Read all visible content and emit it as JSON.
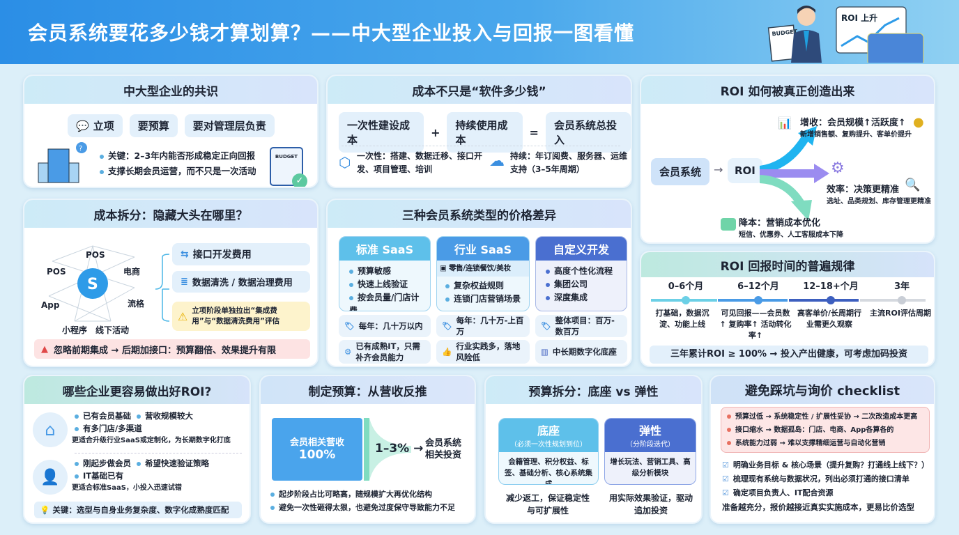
{
  "header": {
    "title": "会员系统要花多少钱才算划算？——中大型企业投入与回报一图看懂",
    "illustration": {
      "budget_label": "BUDGET",
      "board_label": "ROI 上升"
    }
  },
  "consensus": {
    "title": "中大型企业的共识",
    "tags": [
      "立项",
      "要预算",
      "要对管理层负责"
    ],
    "points": [
      "关键：2–3年内能否形成稳定正向回报",
      "支撑长期会员运营，而不只是一次活动"
    ],
    "clipboard_label": "BUDGET"
  },
  "cost": {
    "title": "成本不只是“软件多少钱”",
    "eq": {
      "a": "一次性建设成本",
      "plus": "+",
      "b": "持续使用成本",
      "equals": "=",
      "c": "会员系统总投入"
    },
    "once": "一次性：搭建、数据迁移、接口开发、项目管理、培训",
    "ongoing": "持续：年订阅费、服务器、运维支持（3–5年周期）"
  },
  "roi_create": {
    "title": "ROI 如何被真正创造出来",
    "source": "会员系统",
    "arrow": "→",
    "roi": "ROI",
    "branches": [
      {
        "title": "增收：会员规模↑活跃度↑",
        "desc": "新增销售额、复购提升、客单价提升",
        "color": "#1fb4f0"
      },
      {
        "title": "效率：决策更精准",
        "desc": "选址、品类规划、库存管理更精准",
        "color": "#9b8cf0"
      },
      {
        "title": "降本：营销成本优化",
        "desc": "短信、优惠券、人工客服成本下降",
        "color": "#7fdcc0"
      }
    ]
  },
  "breakdown": {
    "title": "成本拆分：隐藏大头在哪里？",
    "nodes": [
      "POS",
      "POS",
      "电商",
      "流格",
      "线下活动",
      "小程序",
      "App"
    ],
    "items": [
      "接口开发费用",
      "数据清洗 / 数据治理费用"
    ],
    "note": "立项阶段单独拉出“集成费用”与“数据清洗费用”评估",
    "warning": "忽略前期集成 → 后期加接口：预算翻倍、效果提升有限"
  },
  "types": {
    "title": "三种会员系统类型的价格差异",
    "columns": [
      {
        "name": "标准 SaaS",
        "color": "#5ec0ea",
        "sub": "",
        "points": [
          "预算敏感",
          "快速上线验证",
          "按会员量/门店计费"
        ],
        "price": "每年：几十万以内",
        "fit": "已有成熟IT，只需补齐会员能力"
      },
      {
        "name": "行业 SaaS",
        "color": "#4a9be6",
        "sub": "零售/连锁餐饮/美妆",
        "points": [
          "复杂权益规则",
          "连锁门店营销场景"
        ],
        "price": "每年：几十万-上百万",
        "fit": "行业实践多，落地风险低"
      },
      {
        "name": "自定义开发",
        "color": "#4a6fd0",
        "sub": "",
        "points": [
          "高度个性化流程",
          "集团公司",
          "深度集成"
        ],
        "price": "整体项目：百万-数百万",
        "fit": "中长期数字化底座"
      }
    ]
  },
  "payback": {
    "title": "ROI 回报时间的普遍规律",
    "stages": [
      {
        "period": "0–6个月",
        "desc": "打基础，数据沉淀、功能上线",
        "color": "#6cd0e6"
      },
      {
        "period": "6–12个月",
        "desc": "可见回报——会员数↑ 复购率↑ 活动转化率↑",
        "color": "#4a9be6"
      },
      {
        "period": "12–18+个月",
        "desc": "高客单价/长周期行业需更久观察",
        "color": "#3d5fbf"
      },
      {
        "period": "3年",
        "desc": "主流ROI评估周期",
        "color": "#cfd3da"
      }
    ],
    "summary": "三年累计ROI ≥ 100% → 投入产出健康，可考虑加码投资"
  },
  "fit": {
    "title": "哪些企业更容易做出好ROI?",
    "groups": [
      {
        "points": [
          "已有会员基础",
          "营收规模较大",
          "有多门店/多渠道"
        ],
        "advice": "更适合升级行业SaaS或定制化，为长期数字化打底"
      },
      {
        "points": [
          "刚起步做会员",
          "希望快速验证策略",
          "IT基础已有"
        ],
        "advice": "更适合标准SaaS，小投入迅速试错"
      }
    ],
    "key": "关键：选型与自身业务复杂度、数字化成熟度匹配"
  },
  "budget": {
    "title": "制定预算：从营收反推",
    "base_label": "会员相关营收",
    "base_value": "100%",
    "ratio": "1–3%",
    "arrow": "→",
    "target": "会员系统相关投资",
    "points": [
      "起步阶段占比可略高，随规模扩大再优化结构",
      "避免一次性砸得太狠，也避免过度保守导致能力不足"
    ]
  },
  "split": {
    "title": "预算拆分：底座 vs 弹性",
    "base": {
      "name": "底座",
      "sub": "（必须一次性规划到位）",
      "items": "会籍管理、积分权益、标签、基础分析、核心系统集成",
      "note": "减少返工，保证稳定性与可扩展性"
    },
    "flex": {
      "name": "弹性",
      "sub": "（分阶段迭代）",
      "items": "增长玩法、营销工具、高级分析模块",
      "note": "用实际效果验证，驱动追加投资"
    }
  },
  "checklist": {
    "title": "避免踩坑与询价 checklist",
    "risks": [
      "预算过低 → 系统稳定性 / 扩展性妥协 → 二次改造成本更高",
      "接口缩水 → 数据孤岛：门店、电商、App各算各的",
      "系统能力过弱 → 难以支撑精细运营与自动化营销"
    ],
    "checks": [
      "明确业务目标 & 核心场景（提升复购？打通线上线下？）",
      "梳理现有系统与数据状况，列出必须打通的接口清单",
      "确定项目负责人、IT配合资源"
    ],
    "footer": "准备越充分，报价越接近真实实施成本，更易比价选型"
  }
}
